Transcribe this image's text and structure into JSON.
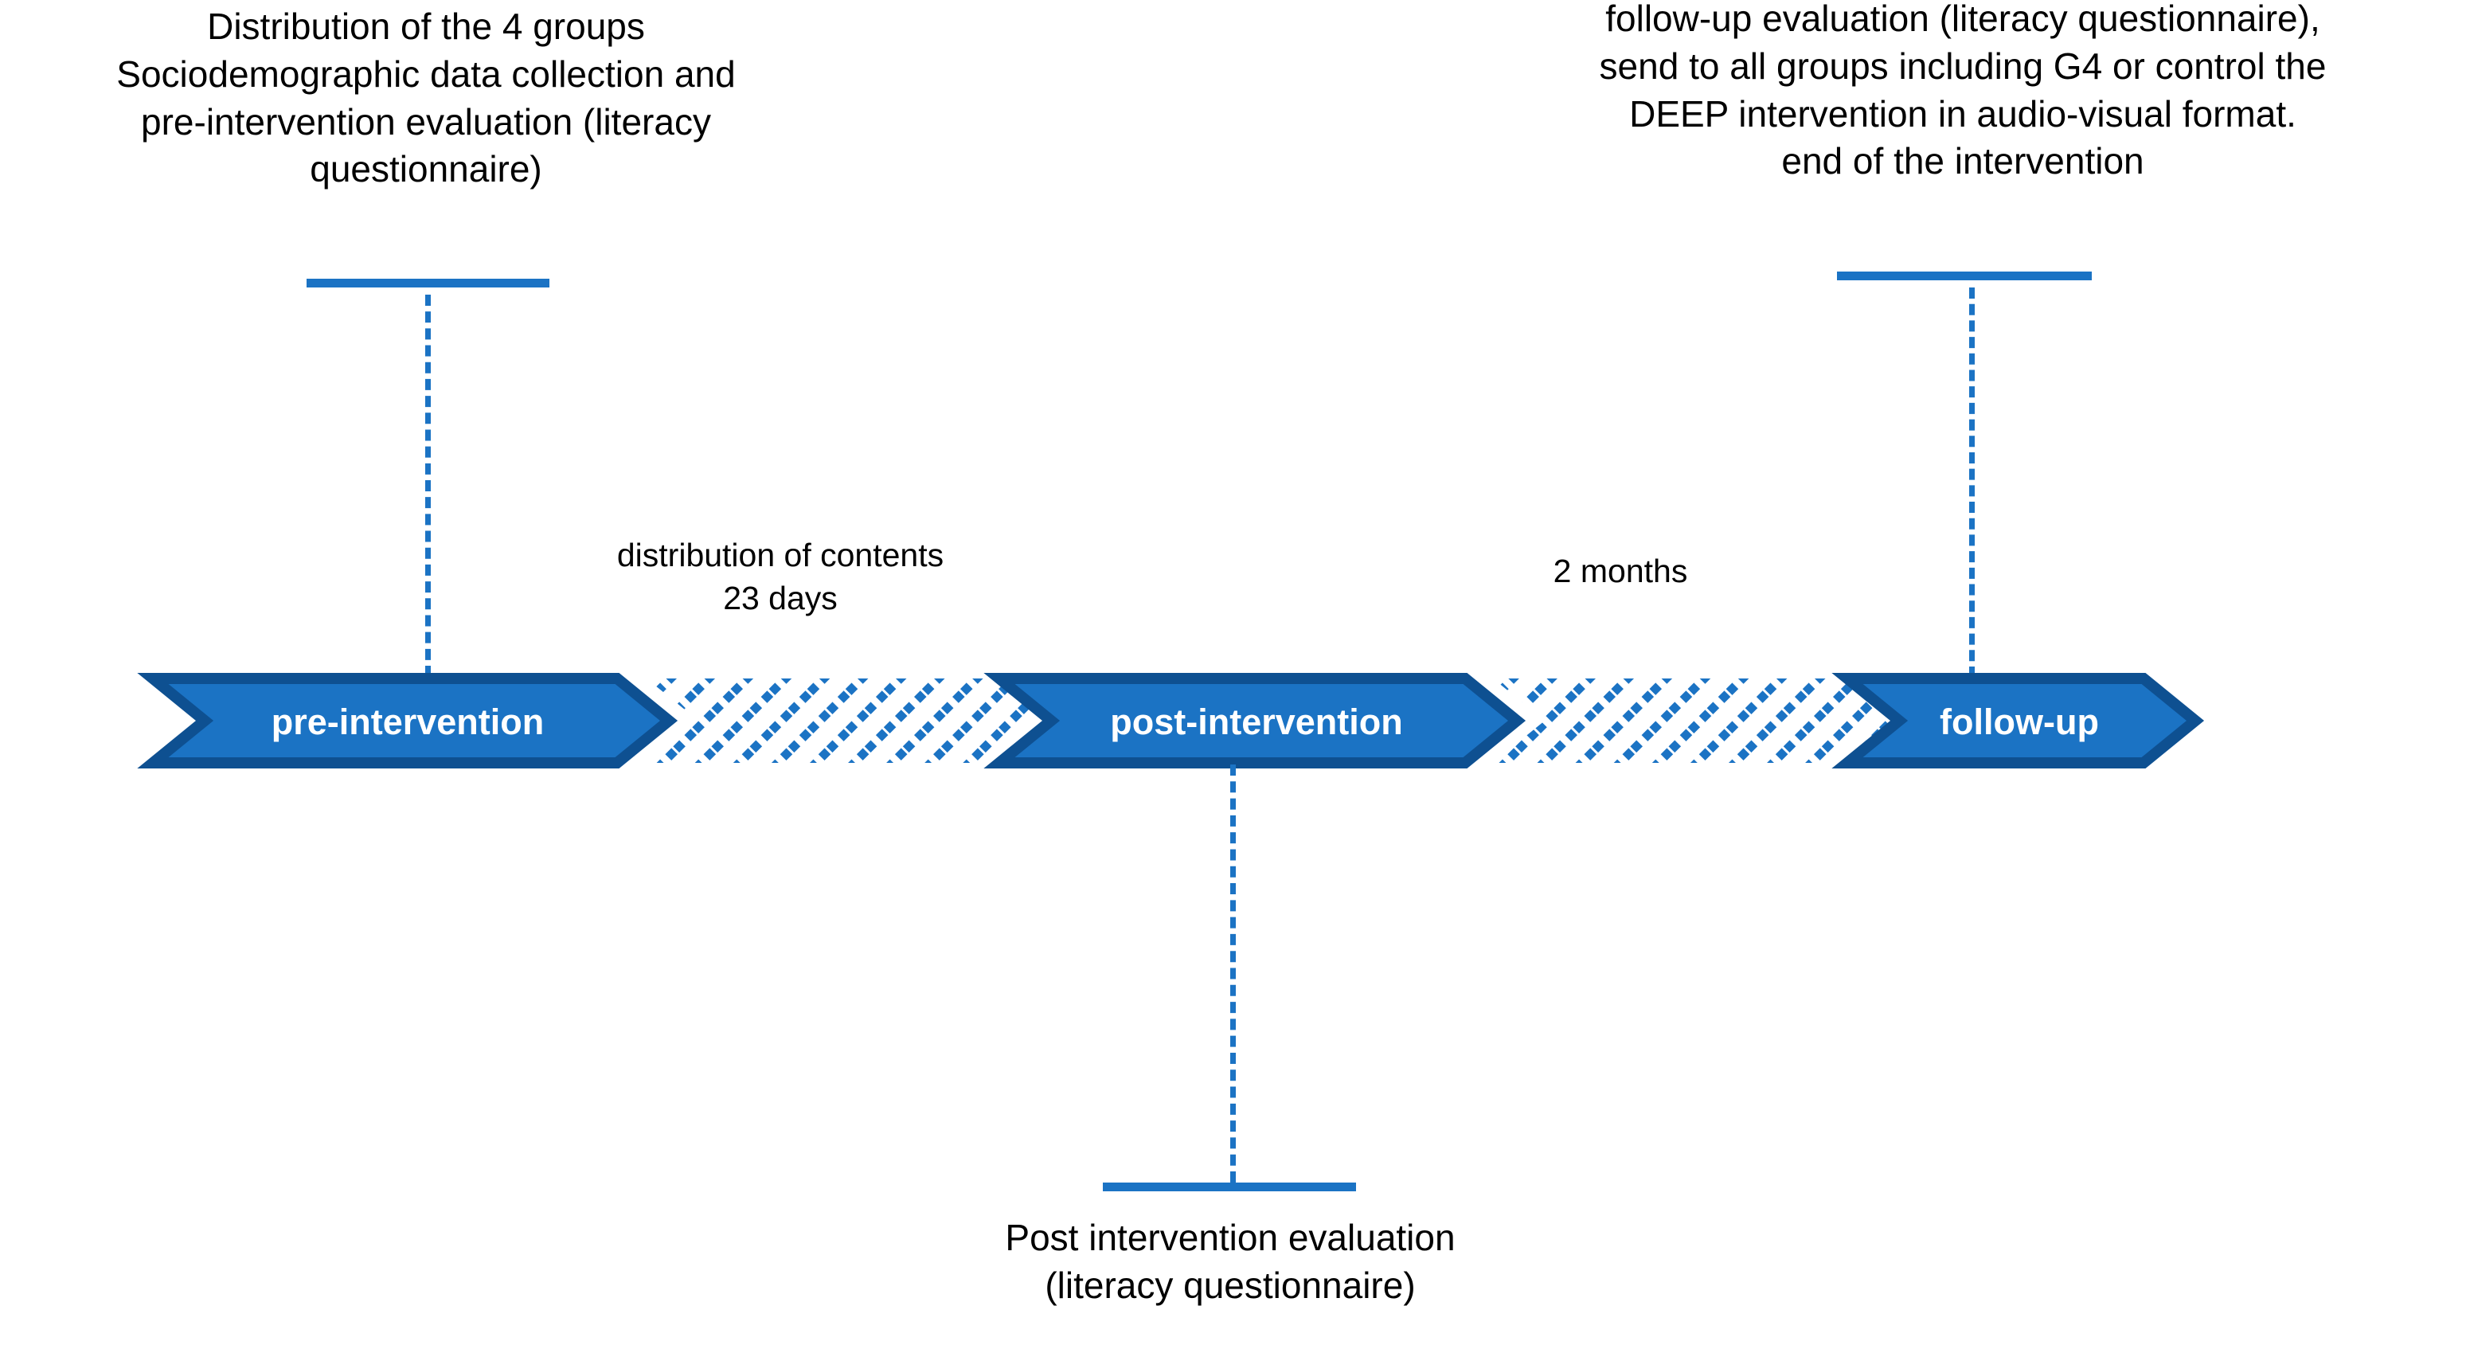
{
  "diagram": {
    "title": "Study timeline diagram",
    "colors": {
      "chevron_fill": "#1B73C4",
      "chevron_border": "#0E5091",
      "hatch": "#1B73C4",
      "accent": "#1B73C4",
      "text": "#000000",
      "chevron_text": "#FFFFFF",
      "background": "#FFFFFF"
    },
    "phases": [
      {
        "id": "pre",
        "label": "pre-intervention"
      },
      {
        "id": "post",
        "label": "post-intervention"
      },
      {
        "id": "follow",
        "label": "follow-up"
      }
    ],
    "intervals": [
      {
        "id": "interval-1",
        "label": "distribution of contents\n23 days"
      },
      {
        "id": "interval-2",
        "label": "2 months"
      }
    ],
    "callouts": [
      {
        "id": "pre-callout",
        "position": "top-left",
        "text": "Distribution of the 4 groups\nSociodemographic data collection and\npre-intervention evaluation (literacy\nquestionnaire)"
      },
      {
        "id": "follow-callout",
        "position": "top-right",
        "text": "follow-up evaluation (literacy questionnaire),\nsend to all groups including G4 or control the\nDEEP intervention in audio-visual format.\nend of the intervention"
      },
      {
        "id": "post-callout",
        "position": "bottom-center",
        "text": "Post intervention evaluation\n(literacy questionnaire)"
      }
    ]
  }
}
